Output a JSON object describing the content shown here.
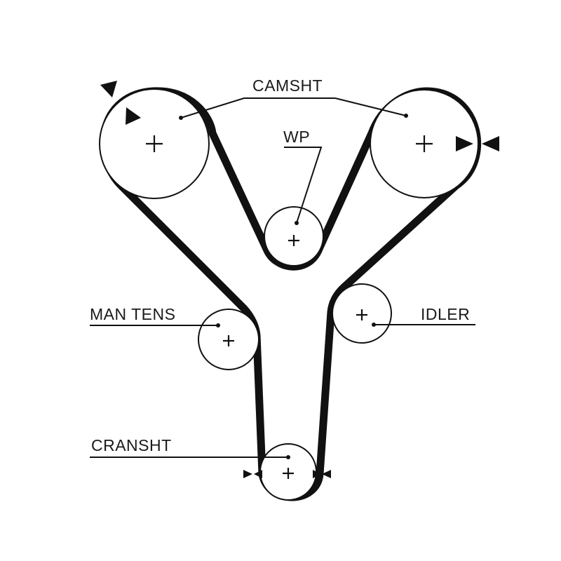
{
  "labels": {
    "camshaft": "CAMSHT",
    "water_pump": "WP",
    "manual_tensioner": "MAN TENS",
    "idler": "IDLER",
    "crankshaft": "CRANSHT"
  }
}
